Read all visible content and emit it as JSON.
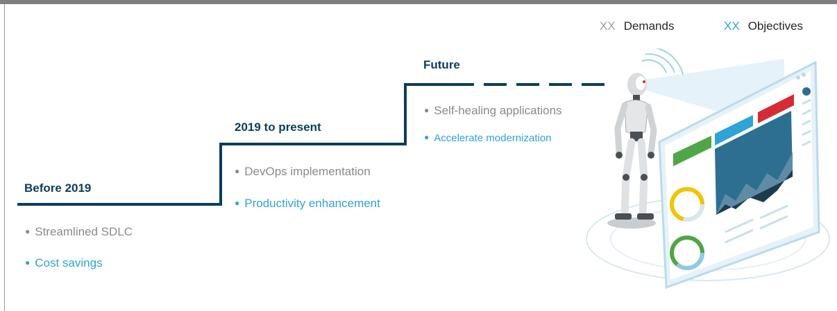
{
  "legend": {
    "demands_mark": "XX",
    "demands_label": "Demands",
    "objectives_mark": "XX",
    "objectives_label": "Objectives"
  },
  "phases": [
    {
      "title": "Before 2019",
      "demand": "Streamlined SDLC",
      "objective": "Cost savings"
    },
    {
      "title": "2019 to present",
      "demand": "DevOps implementation",
      "objective": "Productivity enhancement"
    },
    {
      "title": "Future",
      "demand": "Self-healing applications",
      "objective": "Accelerate modernization"
    }
  ],
  "colors": {
    "step_line": "#0b3d5c",
    "demand_text": "#8a8a8a",
    "objective_text": "#2ea3d6",
    "frame": "#7f7f7f"
  },
  "illustration": {
    "icons": [
      "robot-icon",
      "dashboard-screen-icon"
    ]
  }
}
